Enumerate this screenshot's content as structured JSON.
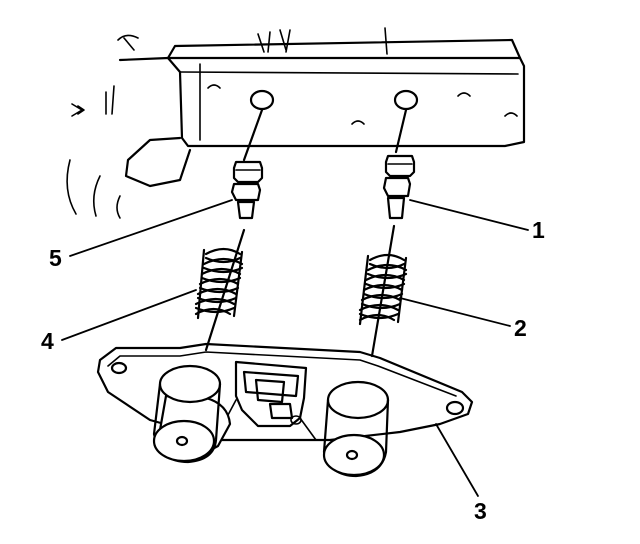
{
  "diagram": {
    "callouts": [
      {
        "id": "1",
        "label": "1"
      },
      {
        "id": "2",
        "label": "2"
      },
      {
        "id": "3",
        "label": "3"
      },
      {
        "id": "4",
        "label": "4"
      },
      {
        "id": "5",
        "label": "5"
      }
    ]
  }
}
